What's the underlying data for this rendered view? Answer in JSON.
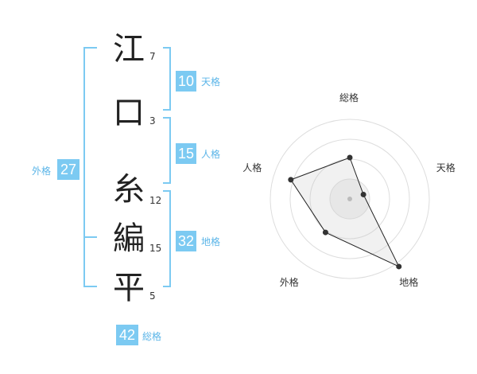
{
  "name": {
    "chars": [
      {
        "char": "江",
        "strokes": "7"
      },
      {
        "char": "口",
        "strokes": "3"
      },
      {
        "char": "糸",
        "strokes": "12"
      },
      {
        "char": "編",
        "strokes": "15"
      },
      {
        "char": "平",
        "strokes": "5"
      }
    ]
  },
  "kakusu": {
    "tenkaku": {
      "value": "10",
      "label": "天格"
    },
    "jinkaku": {
      "value": "15",
      "label": "人格"
    },
    "chikaku": {
      "value": "32",
      "label": "地格"
    },
    "gaikaku": {
      "value": "27",
      "label": "外格"
    },
    "soukaku": {
      "value": "42",
      "label": "総格"
    }
  },
  "colors": {
    "accent": "#7ccaf2",
    "bracket": "#7ccaf2",
    "text": "#222222"
  },
  "chart_data": {
    "type": "radar",
    "axes": [
      "総格",
      "天格",
      "地格",
      "外格",
      "人格"
    ],
    "values": [
      0.52,
      0.18,
      1.05,
      0.52,
      0.78
    ],
    "rings": 4,
    "center_marker": true
  }
}
